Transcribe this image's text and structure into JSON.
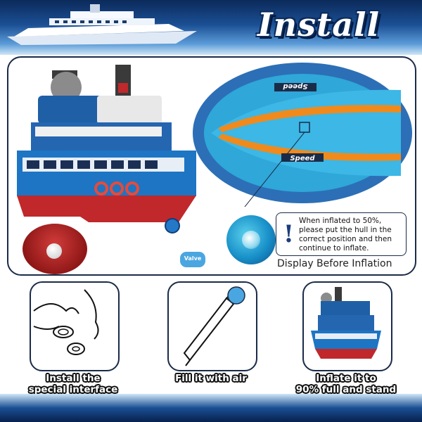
{
  "header": {
    "title": "Install"
  },
  "valve": {
    "label": "Valve"
  },
  "hull": {
    "speed_text": "Speed"
  },
  "note": {
    "icon": "exclamation-icon",
    "text": "When inflated to 50%, please put the hull in the correct position and then continue to inflate."
  },
  "caption": "Display Before Inflation",
  "steps": [
    {
      "label_line1": "Install the",
      "label_line2": "special interface"
    },
    {
      "label_line1": "Fill it with air",
      "label_line2": ""
    },
    {
      "label_line1": "Inflate it to",
      "label_line2": "90% full and stand"
    }
  ],
  "colors": {
    "accent_blue": "#1b4f94",
    "hull_blue": "#2fa7d8",
    "hull_orange": "#f08a1c",
    "hull_red": "#c0282b",
    "navy": "#1a2b48"
  }
}
